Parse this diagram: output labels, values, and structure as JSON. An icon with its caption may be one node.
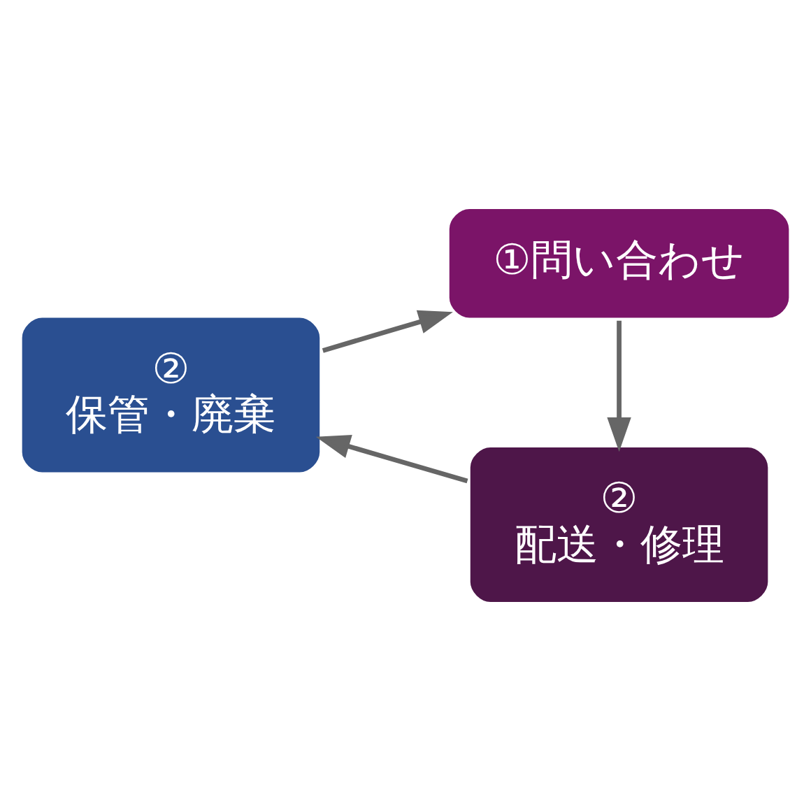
{
  "diagram": {
    "nodes": [
      {
        "text": [
          "①問い合わせ"
        ]
      },
      {
        "text": [
          "②",
          "保管・廃棄"
        ]
      },
      {
        "text": [
          "②",
          "配送・修理"
        ]
      }
    ],
    "edges": [
      {
        "from": 0,
        "to": 2,
        "arrow": "to"
      },
      {
        "from": 2,
        "to": 1,
        "arrow": "to"
      },
      {
        "from": 1,
        "to": 0,
        "arrow": "to"
      }
    ]
  }
}
